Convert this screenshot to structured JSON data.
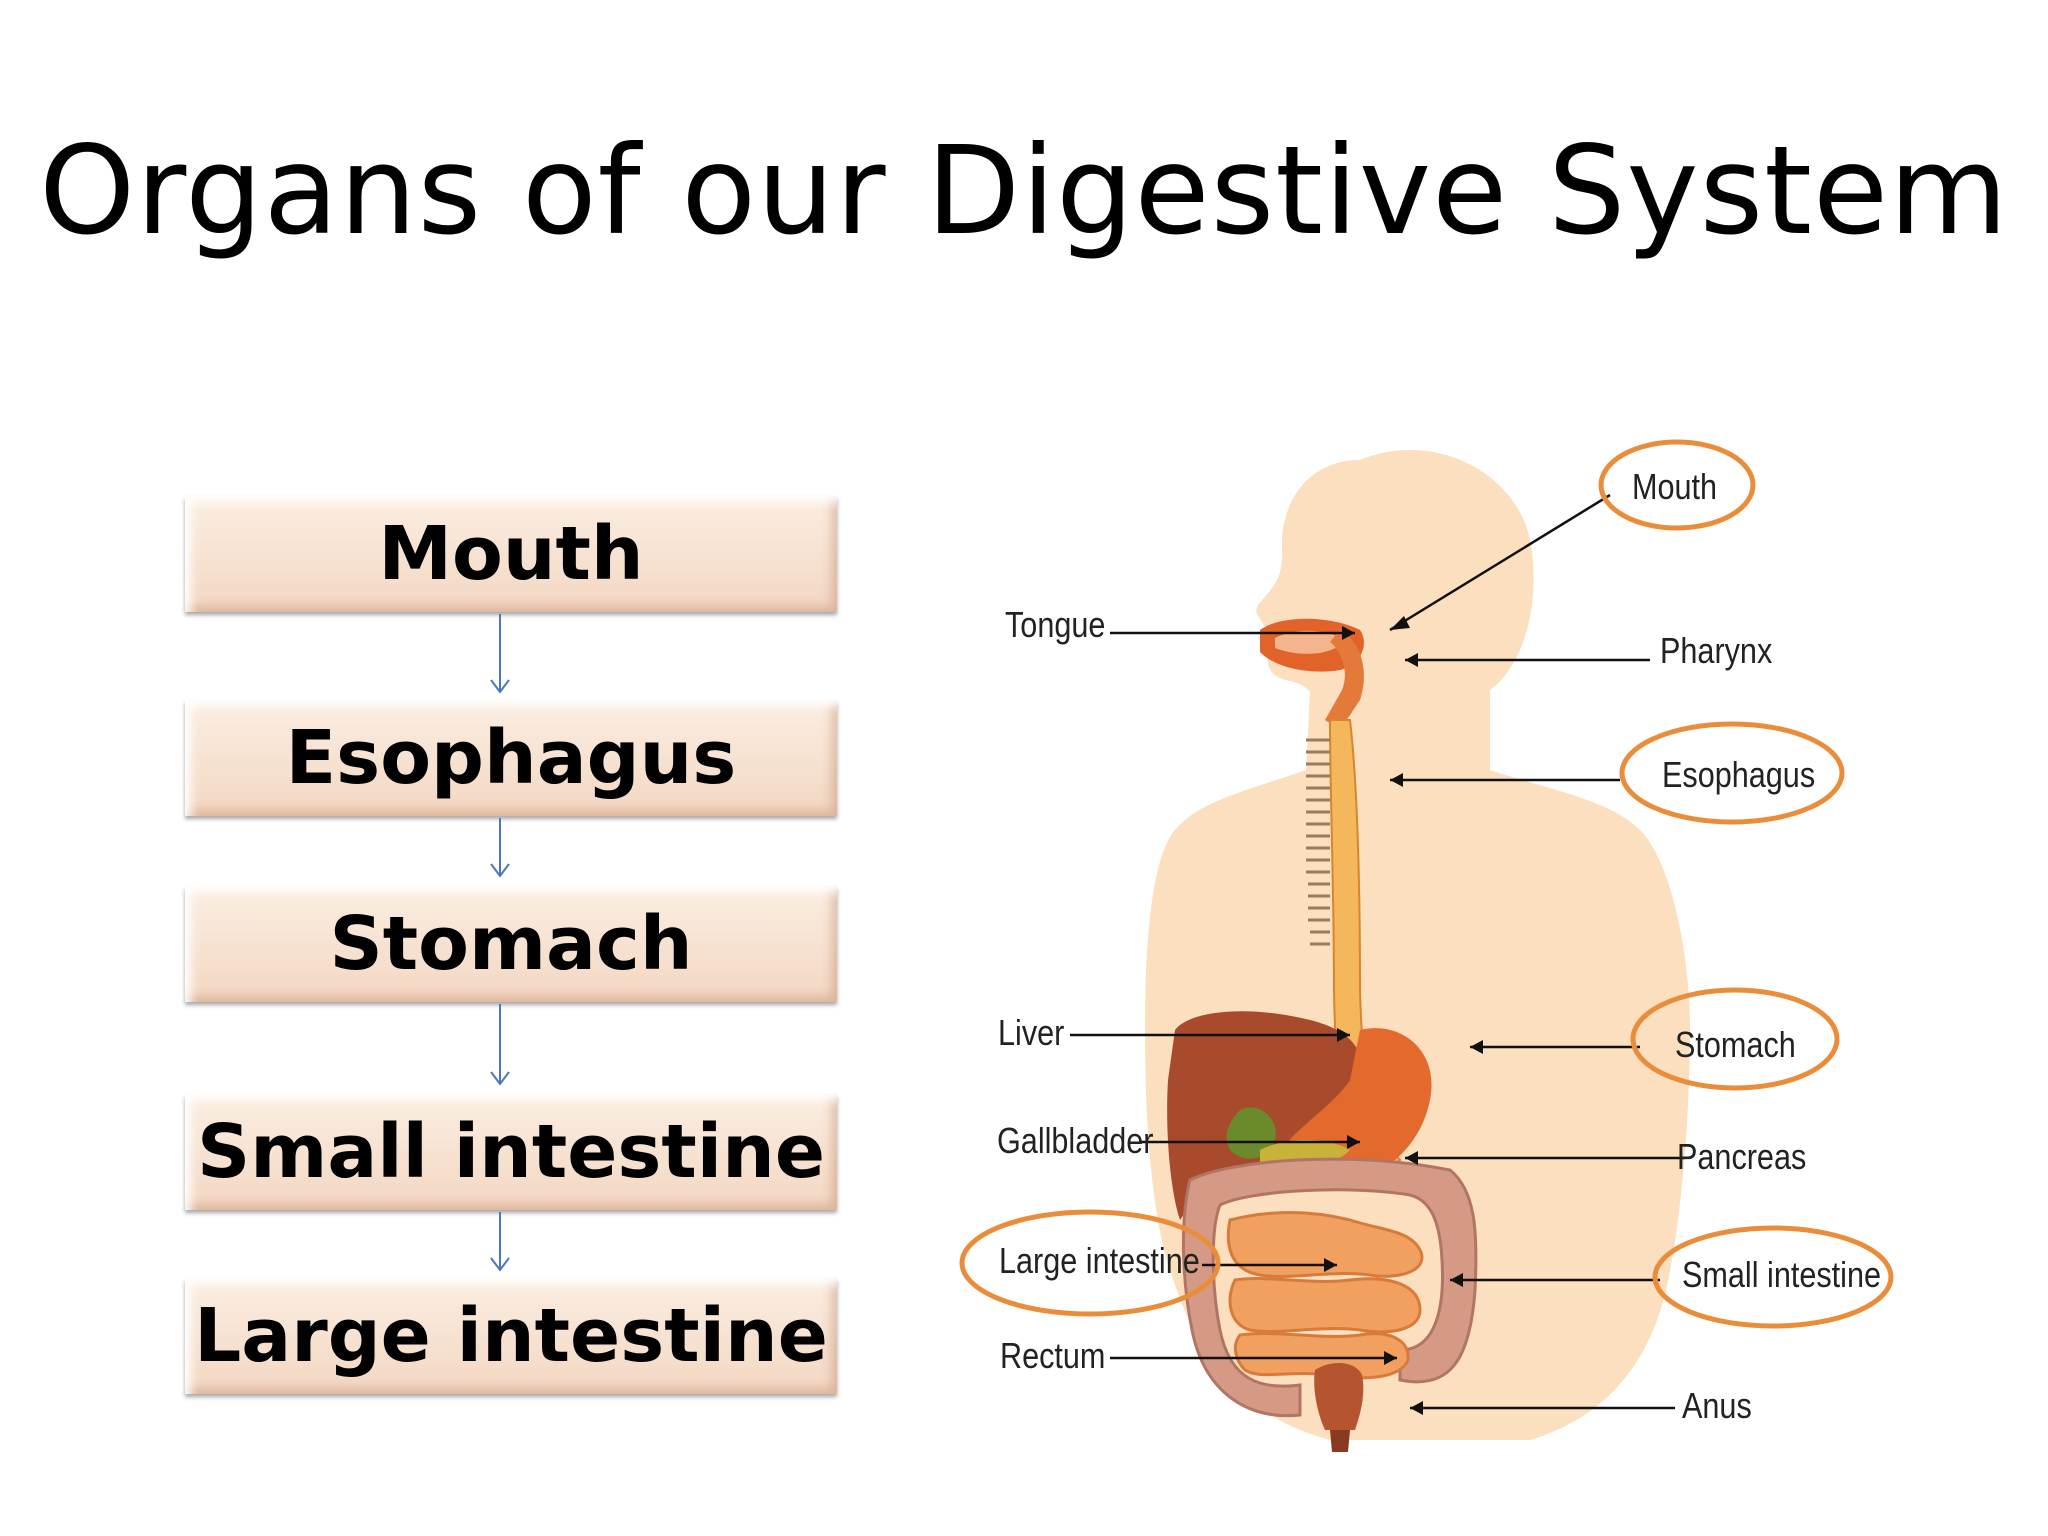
{
  "title": "Organs of our Digestive System",
  "flow_steps": [
    "Mouth",
    "Esophagus",
    "Stomach",
    "Small intestine",
    "Large intestine"
  ],
  "diagram": {
    "labels_left": {
      "tongue": "Tongue",
      "liver": "Liver",
      "gallbladder": "Gallbladder",
      "large_intestine": "Large intestine",
      "rectum": "Rectum"
    },
    "labels_right": {
      "mouth": "Mouth",
      "pharynx": "Pharynx",
      "esophagus": "Esophagus",
      "stomach": "Stomach",
      "pancreas": "Pancreas",
      "small_intestine": "Small intestine",
      "anus": "Anus"
    },
    "circled": [
      "Mouth",
      "Esophagus",
      "Stomach",
      "Large intestine",
      "Small intestine"
    ],
    "circle_color": "#ea8d3a",
    "body_color": "#fbdfbe"
  }
}
